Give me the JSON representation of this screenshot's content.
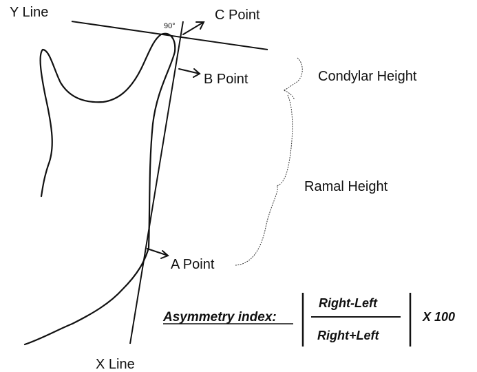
{
  "labels": {
    "y_line": "Y Line",
    "x_line": "X Line",
    "c_point": "C Point",
    "b_point": "B Point",
    "a_point": "A Point",
    "right_angle": "90°",
    "condylar_height": "Condylar Height",
    "ramal_height": "Ramal Height"
  },
  "formula": {
    "title": "Asymmetry index:",
    "numerator": "Right-Left",
    "denominator": "Right+Left",
    "multiplier": "X 100"
  },
  "colors": {
    "stroke": "#111111",
    "background": "#ffffff"
  }
}
